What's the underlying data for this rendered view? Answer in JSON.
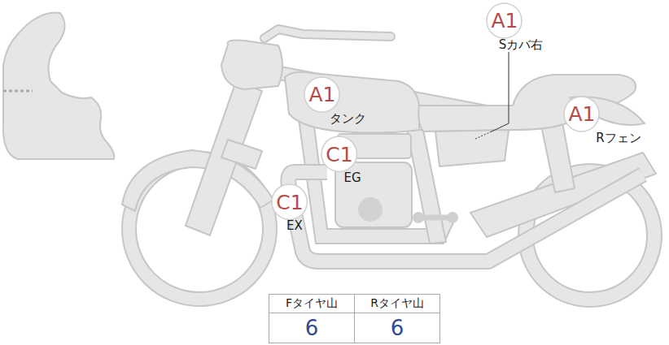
{
  "diagram": {
    "nodes": [
      {
        "text": [
          "A1",
          "Sカバ右"
        ]
      },
      {
        "text": [
          "A1",
          "タンク"
        ]
      },
      {
        "text": [
          "A1",
          "Rフェン"
        ]
      },
      {
        "text": [
          "C1",
          "EG"
        ]
      },
      {
        "text": [
          "C1",
          "EX"
        ]
      }
    ],
    "labels": [
      "Fタイヤ山",
      "Rタイヤ山",
      "6",
      "6"
    ]
  }
}
